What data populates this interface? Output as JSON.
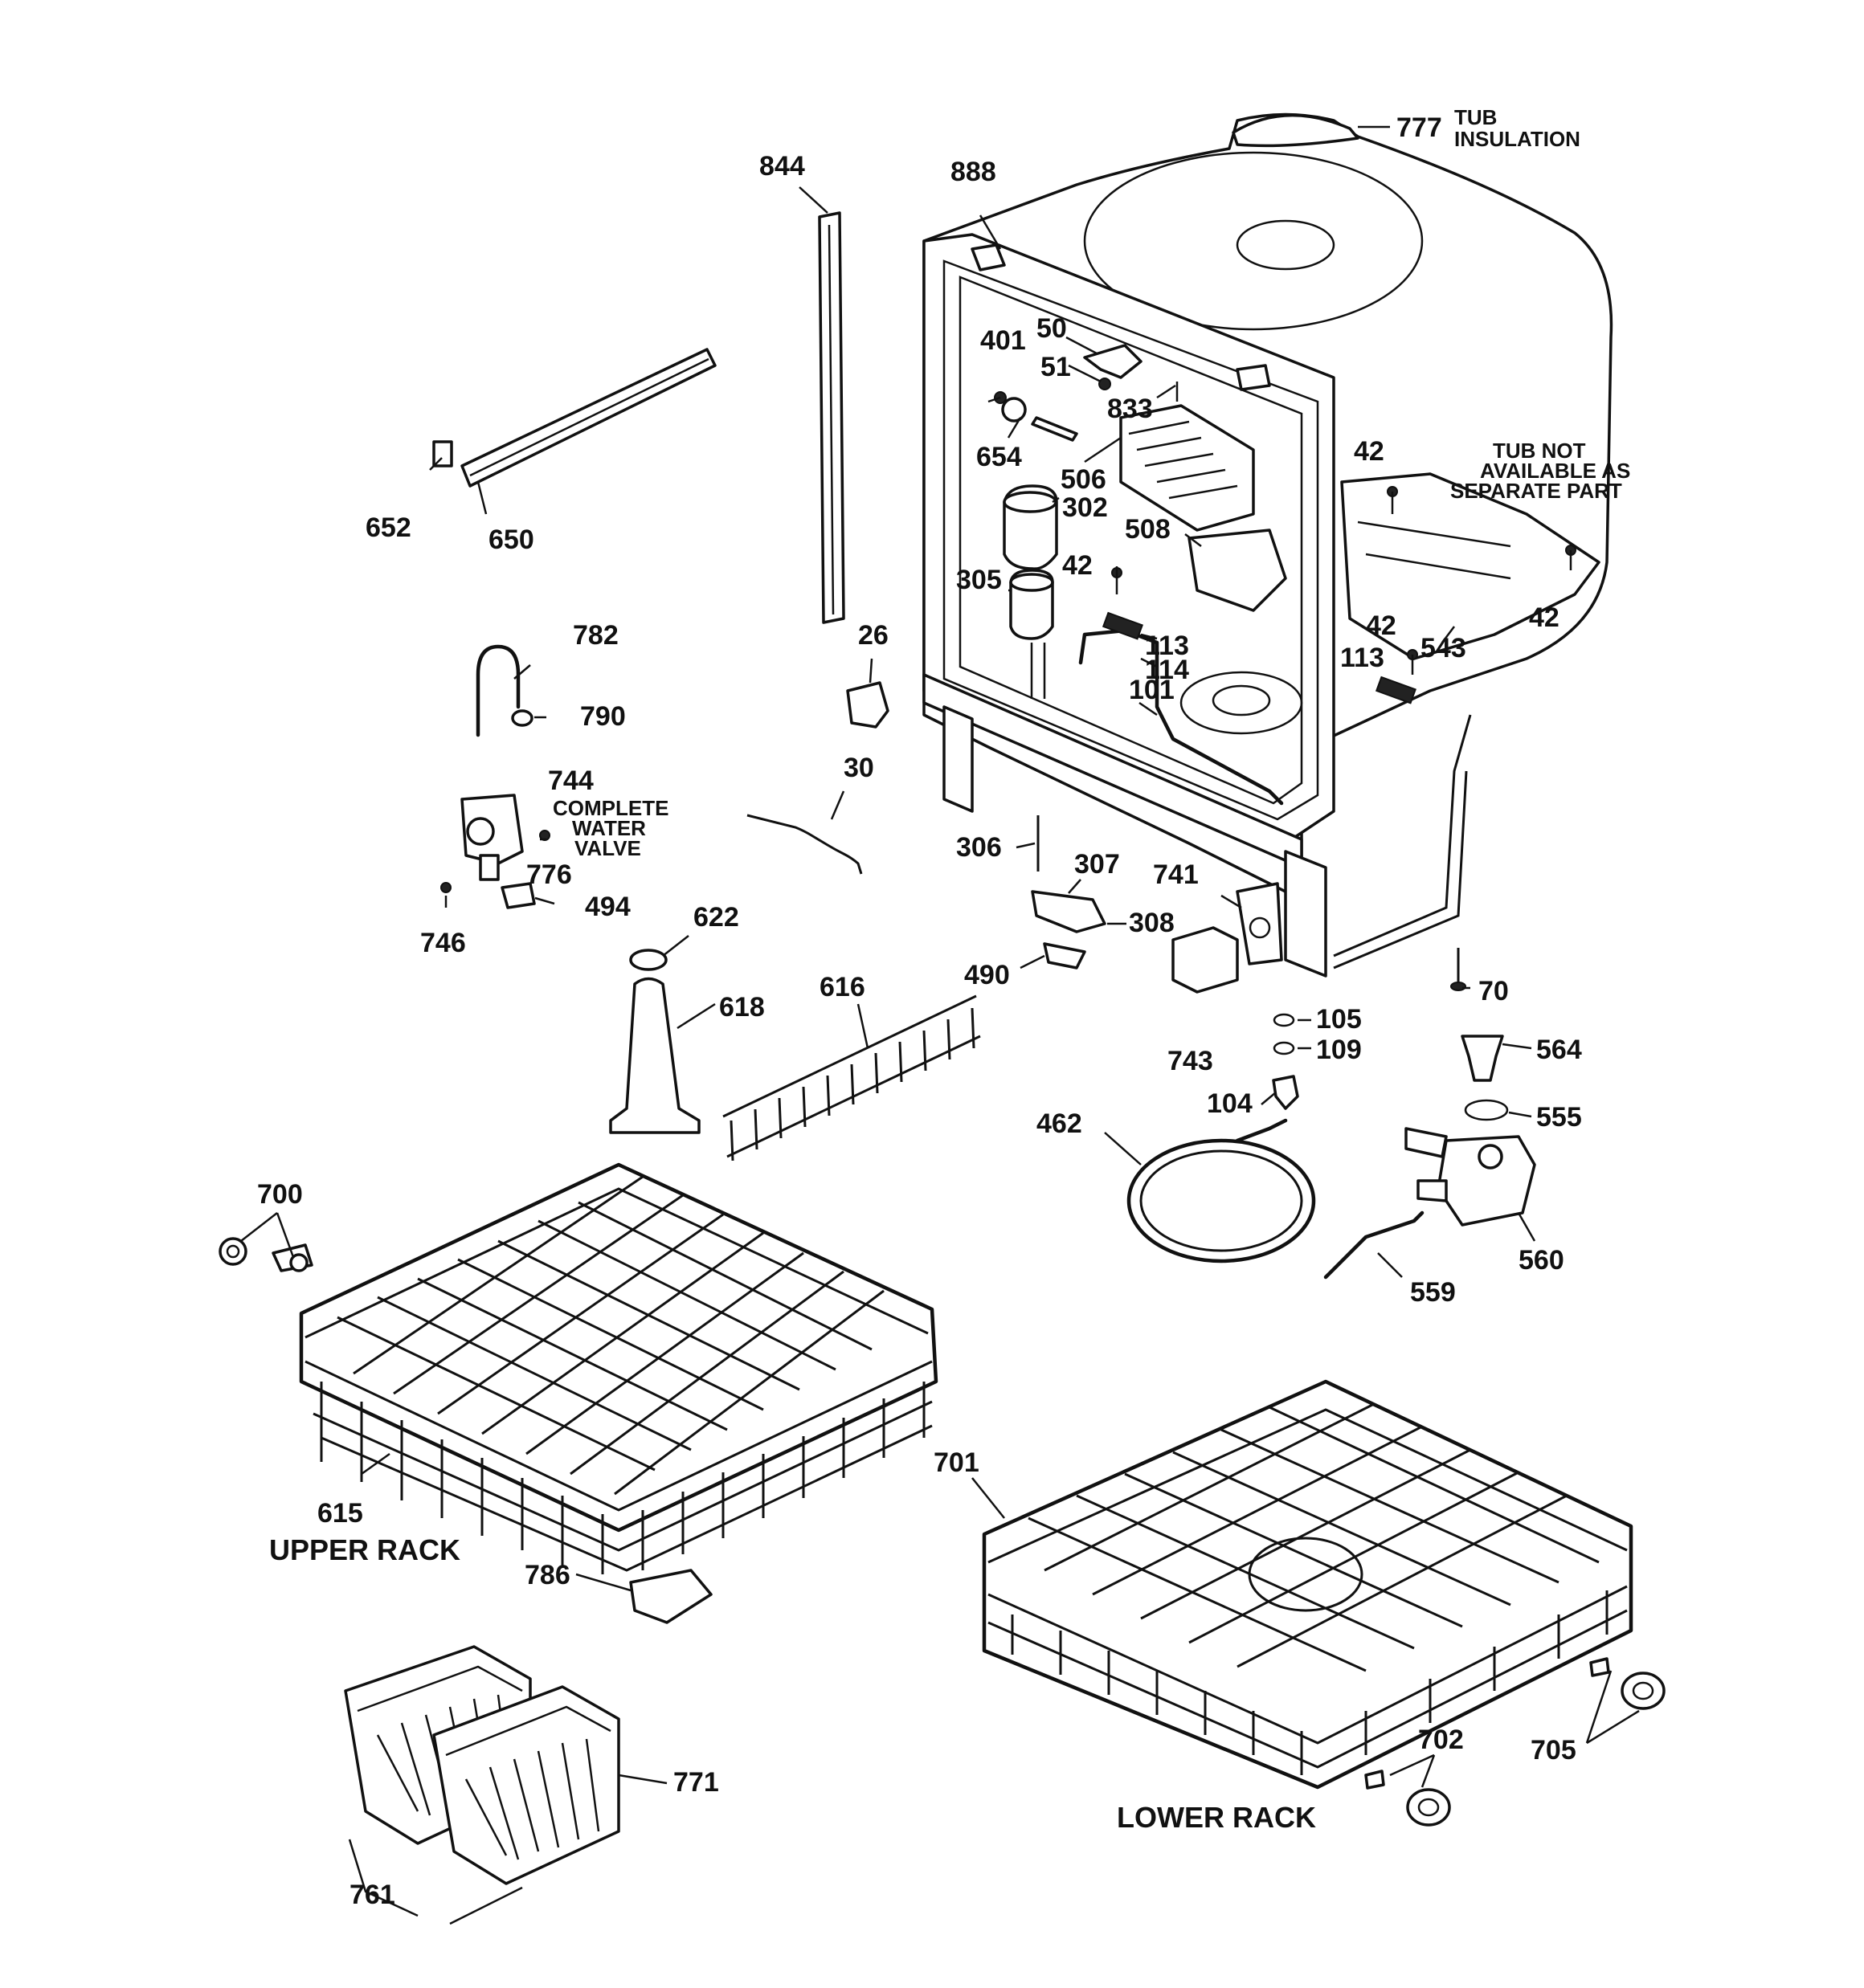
{
  "labels": {
    "l777": "777",
    "l844": "844",
    "l888": "888",
    "l401": "401",
    "l50": "50",
    "l51": "51",
    "l833": "833",
    "l654": "654",
    "l506": "506",
    "l42a": "42",
    "l42b": "42",
    "l42c": "42",
    "l42d": "42",
    "l302": "302",
    "l508": "508",
    "l305": "305",
    "l113a": "113",
    "l113b": "113",
    "l114": "114",
    "l101": "101",
    "l543": "543",
    "l652": "652",
    "l650": "650",
    "l782": "782",
    "l790": "790",
    "l26": "26",
    "l30": "30",
    "l744": "744",
    "l776": "776",
    "l494": "494",
    "l746": "746",
    "l306": "306",
    "l307": "307",
    "l741": "741",
    "l308": "308",
    "l490": "490",
    "l70": "70",
    "l622": "622",
    "l618": "618",
    "l616": "616",
    "l105": "105",
    "l109": "109",
    "l743": "743",
    "l104": "104",
    "l564": "564",
    "l555": "555",
    "l462": "462",
    "l560": "560",
    "l559": "559",
    "l700": "700",
    "l615": "615",
    "l701": "701",
    "l786": "786",
    "l771": "771",
    "l761": "761",
    "l702": "702",
    "l705": "705"
  },
  "notes": {
    "tub_insulation_1": "TUB",
    "tub_insulation_2": "INSULATION",
    "tub_not_1": "TUB NOT",
    "tub_not_2": "AVAILABLE AS",
    "tub_not_3": "SEPARATE PART",
    "valve_1": "COMPLETE",
    "valve_2": "WATER",
    "valve_3": "VALVE"
  },
  "captions": {
    "upper_rack": "UPPER RACK",
    "lower_rack": "LOWER RACK"
  }
}
